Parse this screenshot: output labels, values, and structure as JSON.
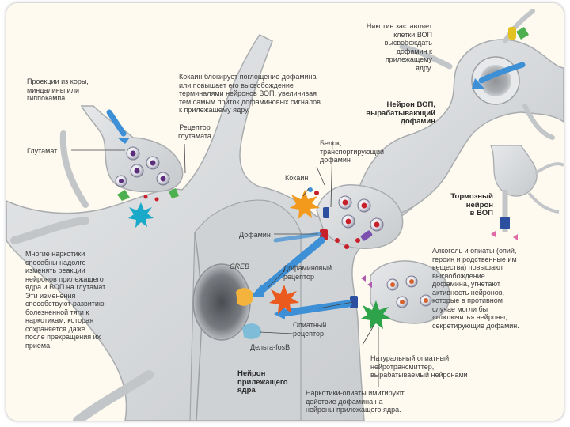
{
  "labels": {
    "cortex": "Проекции из коры,\nминдалины или\nгиппокампа",
    "glutamate": "Глутамат",
    "glut_receptor": "Рецептор\nглутамата",
    "cocaine_text": "Кокаин блокирует поглощение дофамина\nили повышает его высвобождение\nтерминалями нейронов ВОП, увеличивая\nтем самым приток дофаминовых сигналов\nк прилежащему ядру.",
    "nicotine_text": "Никотин заставляет\nклетки ВОП\nвысвобождать\nдофамин к\nприлежащему\nядру.",
    "vta_neuron": "Нейрон ВОП,\nвырабатывающий\nдофамин",
    "transporter": "Белок,\nтранспортирующий\nдофамин",
    "cocaine": "Кокаин",
    "inhibitory": "Тормозный\nнейрон\nв ВОП",
    "dopamine": "Дофамин",
    "creb": "CREB",
    "dopamine_receptor": "Дофаминовый\nрецептор",
    "opiate_receptor": "Опиатный\nрецептор",
    "delta_fosb": "Дельта-fosB",
    "accumbens_neuron": "Нейрон\nприлежащего\nядра",
    "left_text": "Многие наркотики\nспособны надолго\nизменять реакции\nнейронов прилежащего\nядра и ВОП на глутамат.\nЭти изменения\nспособствуют развитию\nболезненной тяги к\nнаркотикам, которая\nсохраняется даже\nпосле прекращения их\nприема.",
    "alcohol_text": "Алкоголь и опиаты (опий,\nгероин и родственные им\nвещества) повышают\nвысвобождение\nдофамина, угнетают\nактивность нейронов,\nкоторые в противном\nслучае могли бы\n«отключить» нейроны,\nсекретирующие дофамин.",
    "natural_opiate": "Натуральный опиатный\nнейротрансмиттер,\nвырабатываемый нейронами",
    "opiates_text": "Наркотики-опиаты имитируют\nдействие дофамина на\nнейроны прилежащего ядра."
  },
  "colors": {
    "background": "#fefaf0",
    "neuron_fill": "#d6d8da",
    "neuron_edge": "#a9acaf",
    "arrow_blue": "#3d8fd6",
    "vesicle_purple": "#5b2d7a",
    "dopamine_red": "#c8202a",
    "burst_orange": "#f39a1c",
    "burst_green": "#2ea34a",
    "burst_cyan": "#19a9c9",
    "receptor_blue": "#2c4fa0",
    "caption": "#3a3a3a"
  },
  "icons": [
    "vesicle-icon",
    "cocaine-burst-icon",
    "opiate-burst-icon",
    "glutamate-burst-icon",
    "receptor-icon",
    "nicotine-molecule-icon"
  ]
}
